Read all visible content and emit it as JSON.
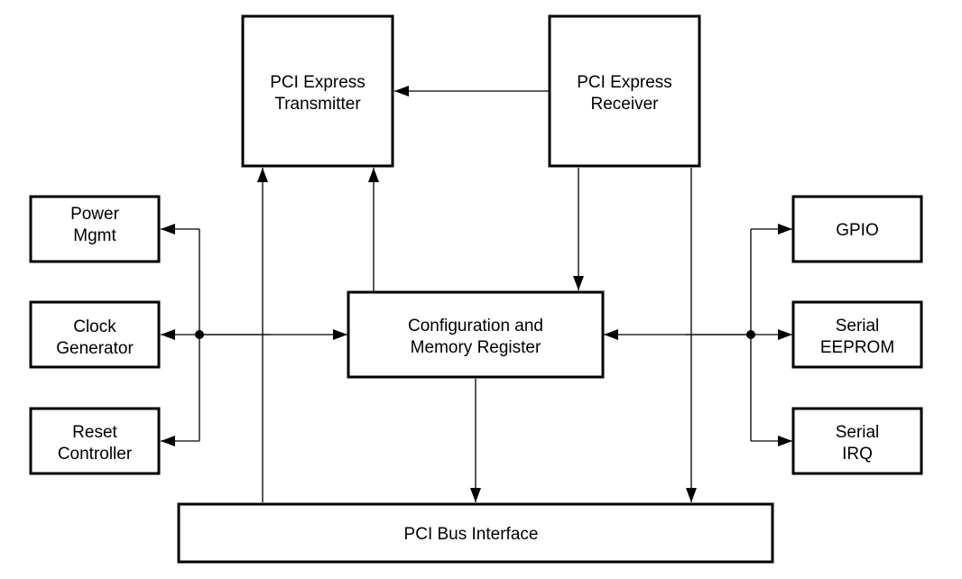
{
  "blocks": {
    "pcie_tx": {
      "line1": "PCI Express",
      "line2": "Transmitter"
    },
    "pcie_rx": {
      "line1": "PCI Express",
      "line2": "Receiver"
    },
    "power_mgmt": {
      "line1": "Power",
      "line2": "Mgmt"
    },
    "clock_gen": {
      "line1": "Clock",
      "line2": "Generator"
    },
    "reset_ctrl": {
      "line1": "Reset",
      "line2": "Controller"
    },
    "config_mem": {
      "line1": "Configuration and",
      "line2": "Memory Register"
    },
    "gpio": {
      "line1": "GPIO"
    },
    "serial_eeprom": {
      "line1": "Serial",
      "line2": "EEPROM"
    },
    "serial_irq": {
      "line1": "Serial",
      "line2": "IRQ"
    },
    "pci_bus": {
      "line1": "PCI Bus Interface"
    }
  }
}
